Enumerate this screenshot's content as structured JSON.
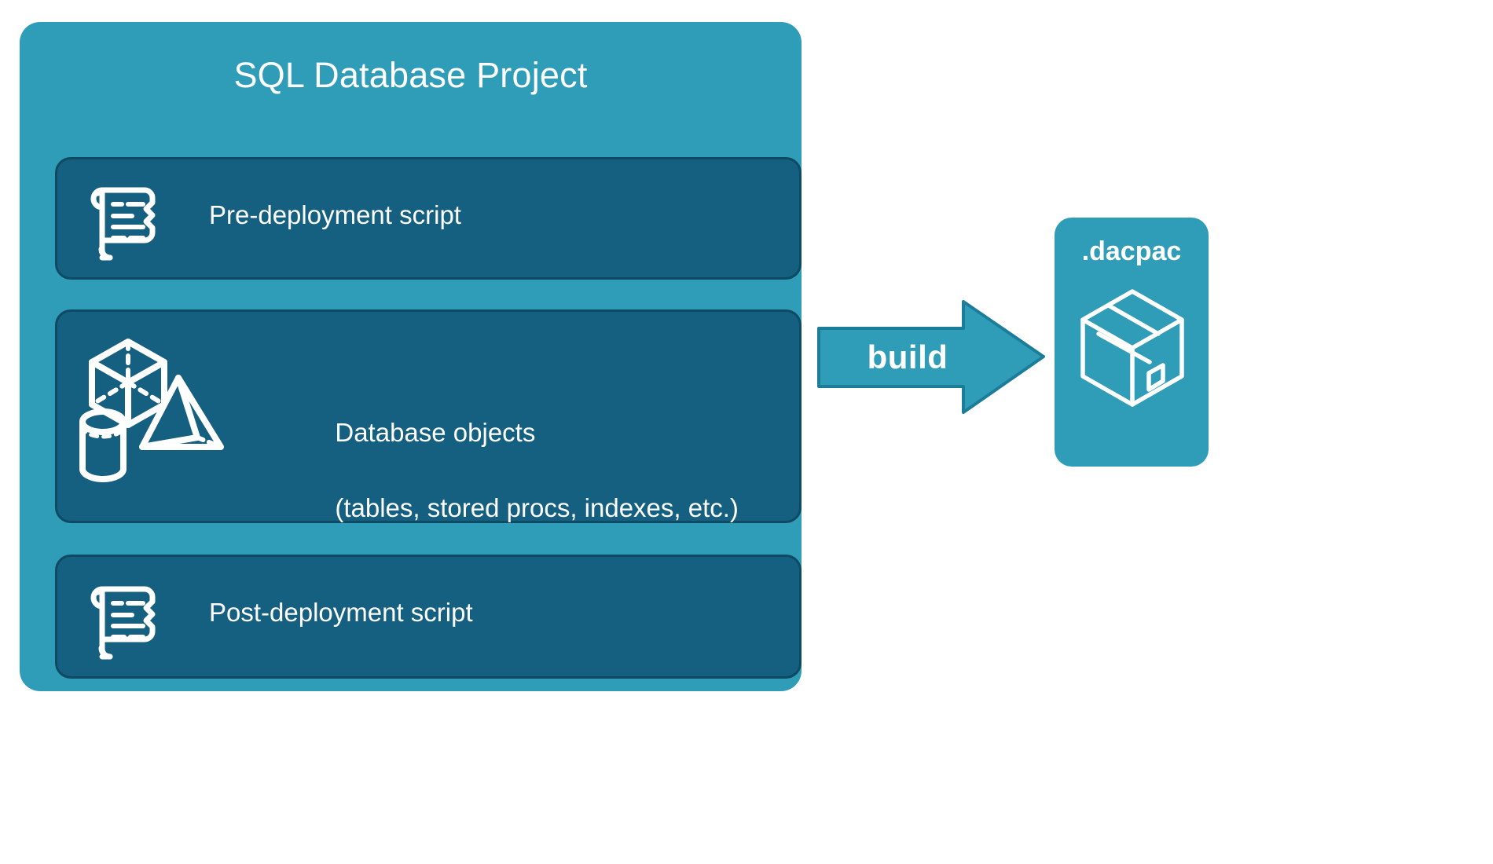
{
  "diagram": {
    "title": "SQL Database Project build to dacpac",
    "colors": {
      "container_teal": "#2f9cb8",
      "inner_box_blue": "#156080",
      "inner_box_border": "#0e4a63",
      "arrow_fill": "#2f9cb8",
      "arrow_stroke": "#1b7d99",
      "text_white": "#ffffff",
      "background": "#ffffff"
    }
  },
  "project": {
    "title": "SQL Database Project",
    "items": [
      {
        "id": "pre-deployment",
        "label": "Pre-deployment script",
        "icon": "scroll-icon"
      },
      {
        "id": "database-objects",
        "label_line1": "Database objects",
        "label_line2": "(tables, stored procs, indexes, etc.)",
        "icon": "shapes-icon"
      },
      {
        "id": "post-deployment",
        "label": "Post-deployment script",
        "icon": "scroll-icon"
      }
    ]
  },
  "arrow": {
    "label": "build",
    "icon": "right-arrow-icon"
  },
  "output": {
    "title": ".dacpac",
    "icon": "package-box-icon"
  }
}
